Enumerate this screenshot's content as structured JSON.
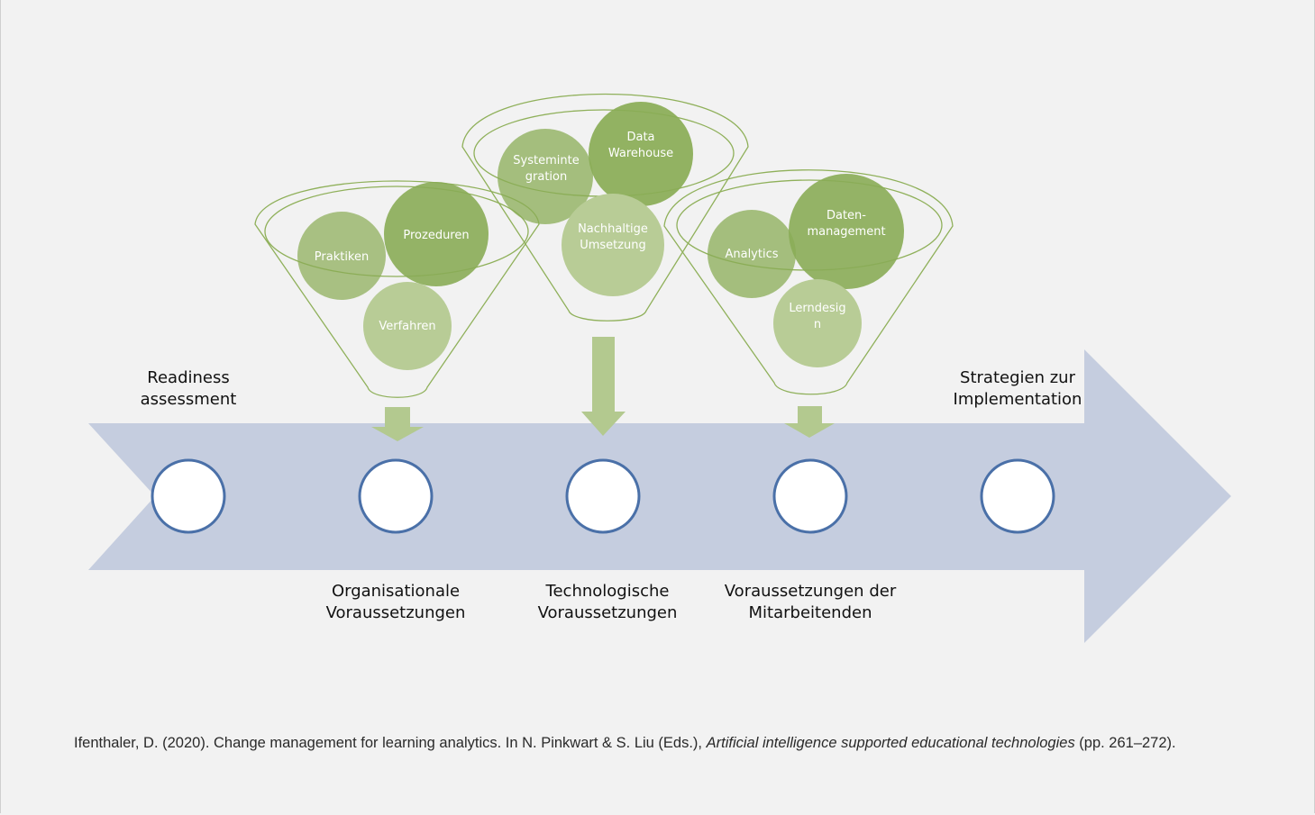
{
  "stages": [
    {
      "name": "readiness",
      "label": "Readiness\nassessment"
    },
    {
      "name": "organisational",
      "label": "Organisationale\nVoraussetzungen"
    },
    {
      "name": "technological",
      "label": "Technologische\nVoraussetzungen"
    },
    {
      "name": "staff",
      "label": "Voraussetzungen der\nMitarbeitenden"
    },
    {
      "name": "strategies",
      "label": "Strategien zur\nImplementation"
    }
  ],
  "funnels": {
    "organisational": [
      "Praktiken",
      "Prozeduren",
      "Verfahren"
    ],
    "technological": [
      "Systeminte\ngration",
      "Data\nWarehouse",
      "Nachhaltige\nUmsetzung"
    ],
    "staff": [
      "Analytics",
      "Daten-\nmanagement",
      "Lerndesig\nn"
    ]
  },
  "citation": {
    "before": "Ifenthaler, D. (2020). Change management for learning analytics. In N. Pinkwart & S. Liu (Eds.), ",
    "title": "Artificial intelligence supported educational technologies",
    "after": " (pp. 261–272)."
  },
  "colors": {
    "arrow": "#c5cddf",
    "milestone_stroke": "#4a70a8",
    "funnel_stroke": "#8fb05a",
    "circle_dark": "#8aac56",
    "circle_light": "#b8cc96",
    "down_arrow": "#b3c98f",
    "background": "#f2f2f2"
  }
}
